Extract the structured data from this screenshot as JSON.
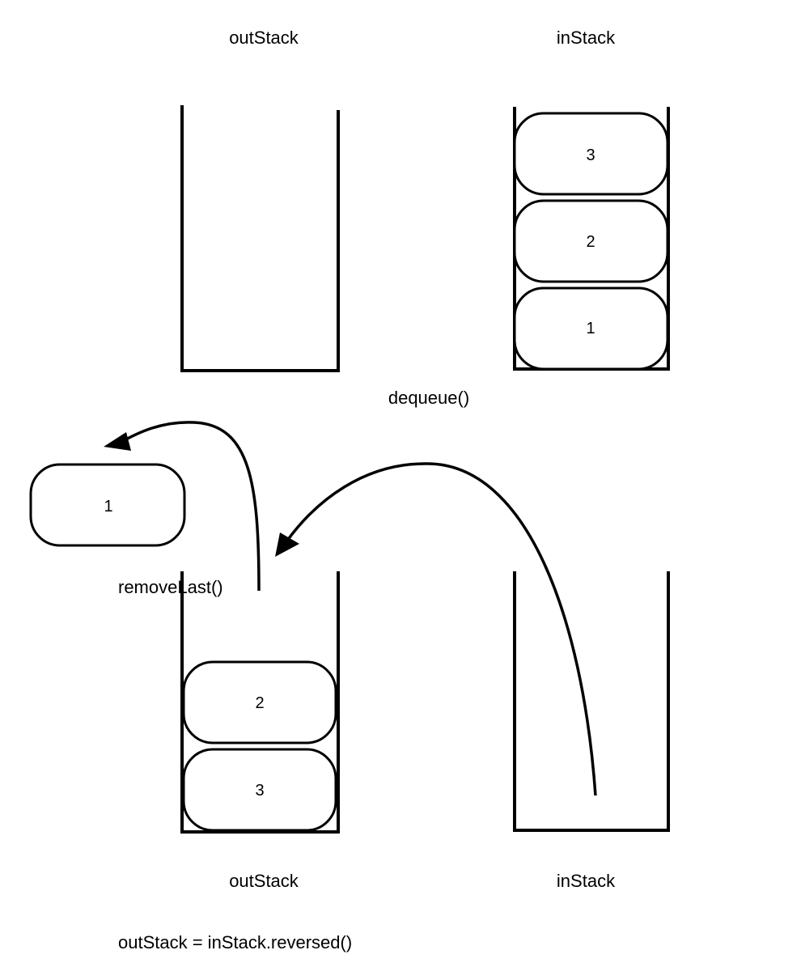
{
  "top": {
    "out_stack_label": "outStack",
    "in_stack_label": "inStack",
    "in_stack_items": [
      "3",
      "2",
      "1"
    ]
  },
  "operation_label": "dequeue()",
  "removed_item": "1",
  "remove_label": "removeLast()",
  "bottom": {
    "out_stack_label": "outStack",
    "in_stack_label": "inStack",
    "out_stack_items": [
      "2",
      "3"
    ]
  },
  "caption": "outStack = inStack.reversed()"
}
